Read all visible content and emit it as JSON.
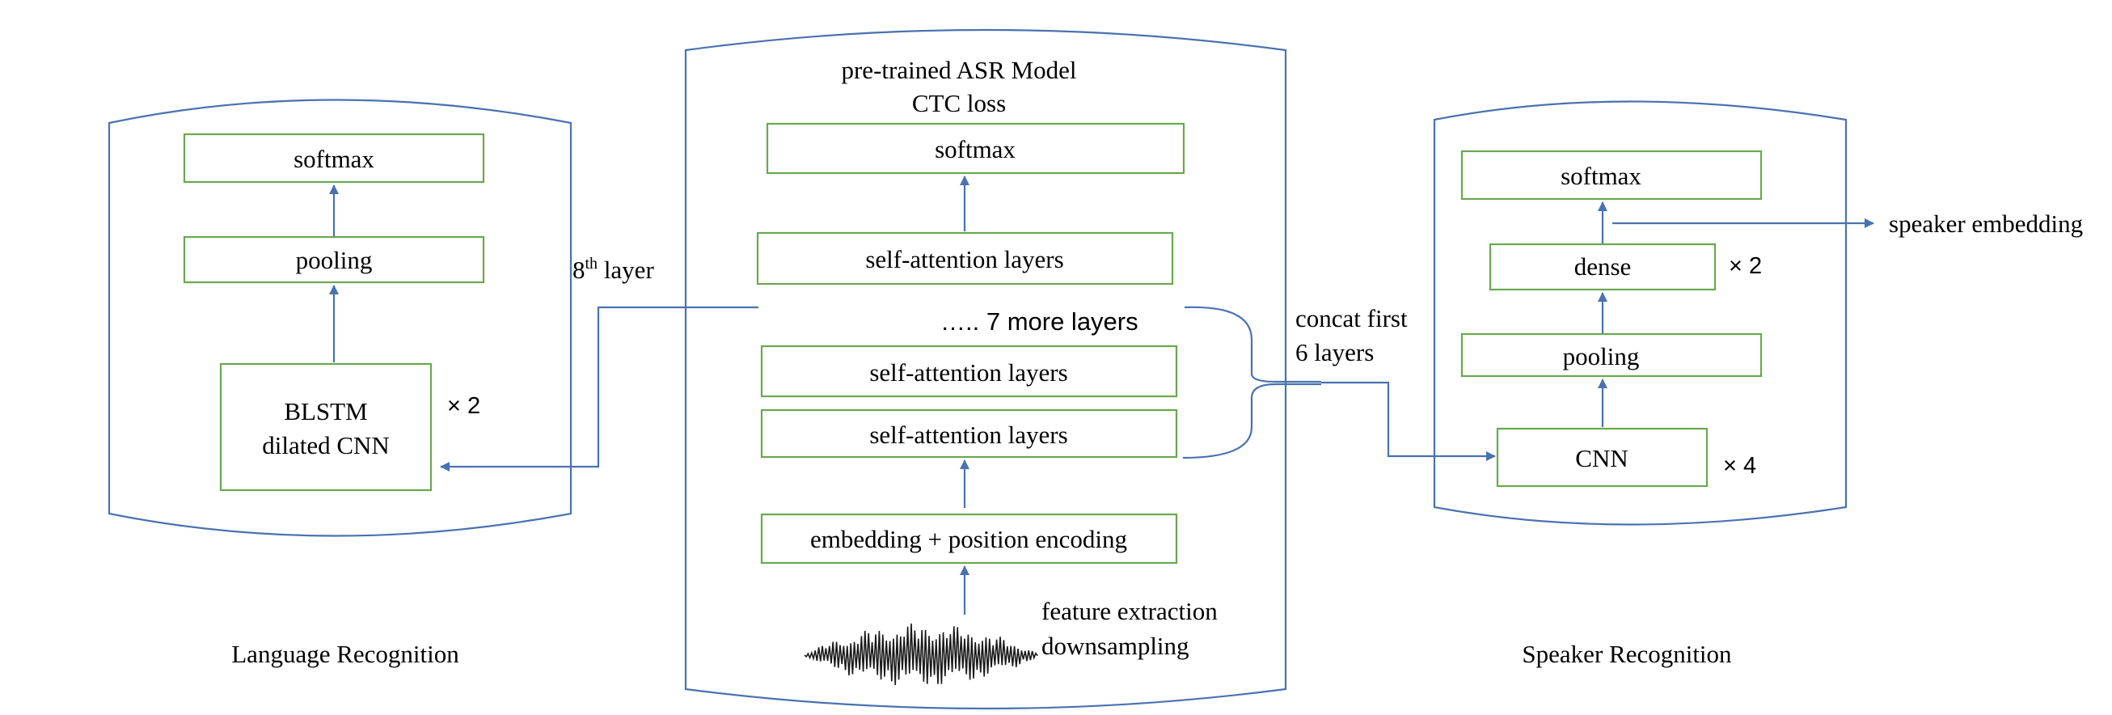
{
  "language_panel": {
    "softmax": "softmax",
    "pooling": "pooling",
    "blstm_line1": "BLSTM",
    "blstm_line2": "dilated CNN",
    "repeat": "× 2",
    "caption": "Language Recognition"
  },
  "asr_panel": {
    "title_line1": "pre-trained ASR Model",
    "title_line2": "CTC loss",
    "softmax": "softmax",
    "self_attention_top": "self-attention layers",
    "more_layers": "….. 7 more layers",
    "self_attention_mid": "self-attention layers",
    "self_attention_low": "self-attention layers",
    "embedding": "embedding + position encoding",
    "feature_line1": "feature extraction",
    "feature_line2": "downsampling"
  },
  "speaker_panel": {
    "softmax": "softmax",
    "dense": "dense",
    "dense_repeat": "× 2",
    "pooling": "pooling",
    "cnn": "CNN",
    "cnn_repeat": "× 4",
    "caption": "Speaker Recognition",
    "embedding_output": "speaker embedding"
  },
  "connectors": {
    "layer_label_base": "8",
    "layer_label_sup": "th",
    "layer_label_rest": " layer",
    "concat_line1": "concat first",
    "concat_line2": "6 layers"
  },
  "colors": {
    "box_border": "#6aa84f",
    "connector": "#4a72b0",
    "text": "#000000"
  }
}
